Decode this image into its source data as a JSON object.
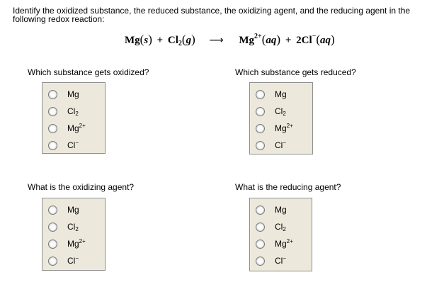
{
  "prompt": "Identify the oxidized substance, the reduced substance, the oxidizing agent, and the reducing agent in the following redox reaction:",
  "equation": {
    "reactants": [
      {
        "symbol": "Mg",
        "sub": "",
        "sup": "",
        "coef": "",
        "state": "s"
      },
      {
        "symbol": "Cl",
        "sub": "2",
        "sup": "",
        "coef": "",
        "state": "g"
      }
    ],
    "arrow": "⟶",
    "products": [
      {
        "symbol": "Mg",
        "sub": "",
        "sup": "2+",
        "coef": "",
        "state": "aq"
      },
      {
        "symbol": "Cl",
        "sub": "",
        "sup": "−",
        "coef": "2",
        "state": "aq"
      }
    ],
    "plus": "+"
  },
  "options": [
    {
      "base": "Mg",
      "sub": "",
      "sup": ""
    },
    {
      "base": "Cl",
      "sub": "2",
      "sup": ""
    },
    {
      "base": "Mg",
      "sub": "",
      "sup": "2+"
    },
    {
      "base": "Cl",
      "sub": "",
      "sup": "−"
    }
  ],
  "questions": [
    {
      "id": "oxidized",
      "label": "Which substance gets oxidized?",
      "selected": null
    },
    {
      "id": "reduced",
      "label": "Which substance gets reduced?",
      "selected": null
    },
    {
      "id": "oxidizing-agent",
      "label": "What is the oxidizing agent?",
      "selected": null
    },
    {
      "id": "reducing-agent",
      "label": "What is the reducing agent?",
      "selected": null
    }
  ],
  "colors": {
    "box_background": "#ECE9DC",
    "box_border": "#8E8E8E",
    "radio_border": "#7A7A7A"
  }
}
